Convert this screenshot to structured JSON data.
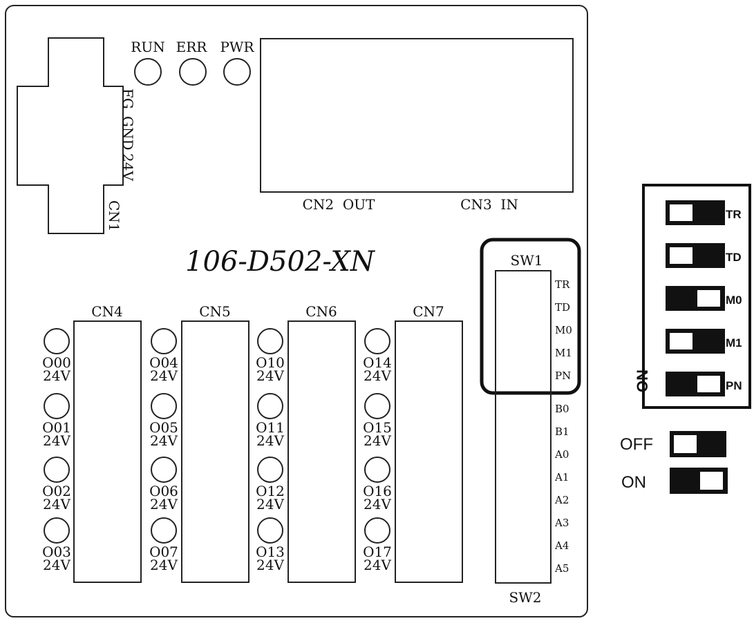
{
  "board": {
    "model": "106-D502-XN",
    "leds": [
      "RUN",
      "ERR",
      "PWR"
    ],
    "cn1": {
      "name": "CN1",
      "pins": [
        "FG",
        "GND",
        "24V"
      ]
    },
    "cn2_label": "CN2  OUT",
    "cn3_label": "CN3  IN",
    "output_blocks": [
      {
        "name": "CN4",
        "channels": [
          {
            "label": "O00",
            "volt": "24V"
          },
          {
            "label": "O01",
            "volt": "24V"
          },
          {
            "label": "O02",
            "volt": "24V"
          },
          {
            "label": "O03",
            "volt": "24V"
          }
        ]
      },
      {
        "name": "CN5",
        "channels": [
          {
            "label": "O04",
            "volt": "24V"
          },
          {
            "label": "O05",
            "volt": "24V"
          },
          {
            "label": "O06",
            "volt": "24V"
          },
          {
            "label": "O07",
            "volt": "24V"
          }
        ]
      },
      {
        "name": "CN6",
        "channels": [
          {
            "label": "O10",
            "volt": "24V"
          },
          {
            "label": "O11",
            "volt": "24V"
          },
          {
            "label": "O12",
            "volt": "24V"
          },
          {
            "label": "O13",
            "volt": "24V"
          }
        ]
      },
      {
        "name": "CN7",
        "channels": [
          {
            "label": "O14",
            "volt": "24V"
          },
          {
            "label": "O15",
            "volt": "24V"
          },
          {
            "label": "O16",
            "volt": "24V"
          },
          {
            "label": "O17",
            "volt": "24V"
          }
        ]
      }
    ],
    "sw1": {
      "name": "SW1",
      "labels": [
        "TR",
        "TD",
        "M0",
        "M1",
        "PN"
      ]
    },
    "sw2": {
      "name": "SW2",
      "labels": [
        "B0",
        "B1",
        "A0",
        "A1",
        "A2",
        "A3",
        "A4",
        "A5"
      ]
    }
  },
  "dip_detail": {
    "on_marker": "ON",
    "switches": [
      {
        "label": "TR",
        "on": false
      },
      {
        "label": "TD",
        "on": false
      },
      {
        "label": "M0",
        "on": true
      },
      {
        "label": "M1",
        "on": false
      },
      {
        "label": "PN",
        "on": true
      }
    ]
  },
  "legend": {
    "off_label": "OFF",
    "on_label": "ON"
  }
}
